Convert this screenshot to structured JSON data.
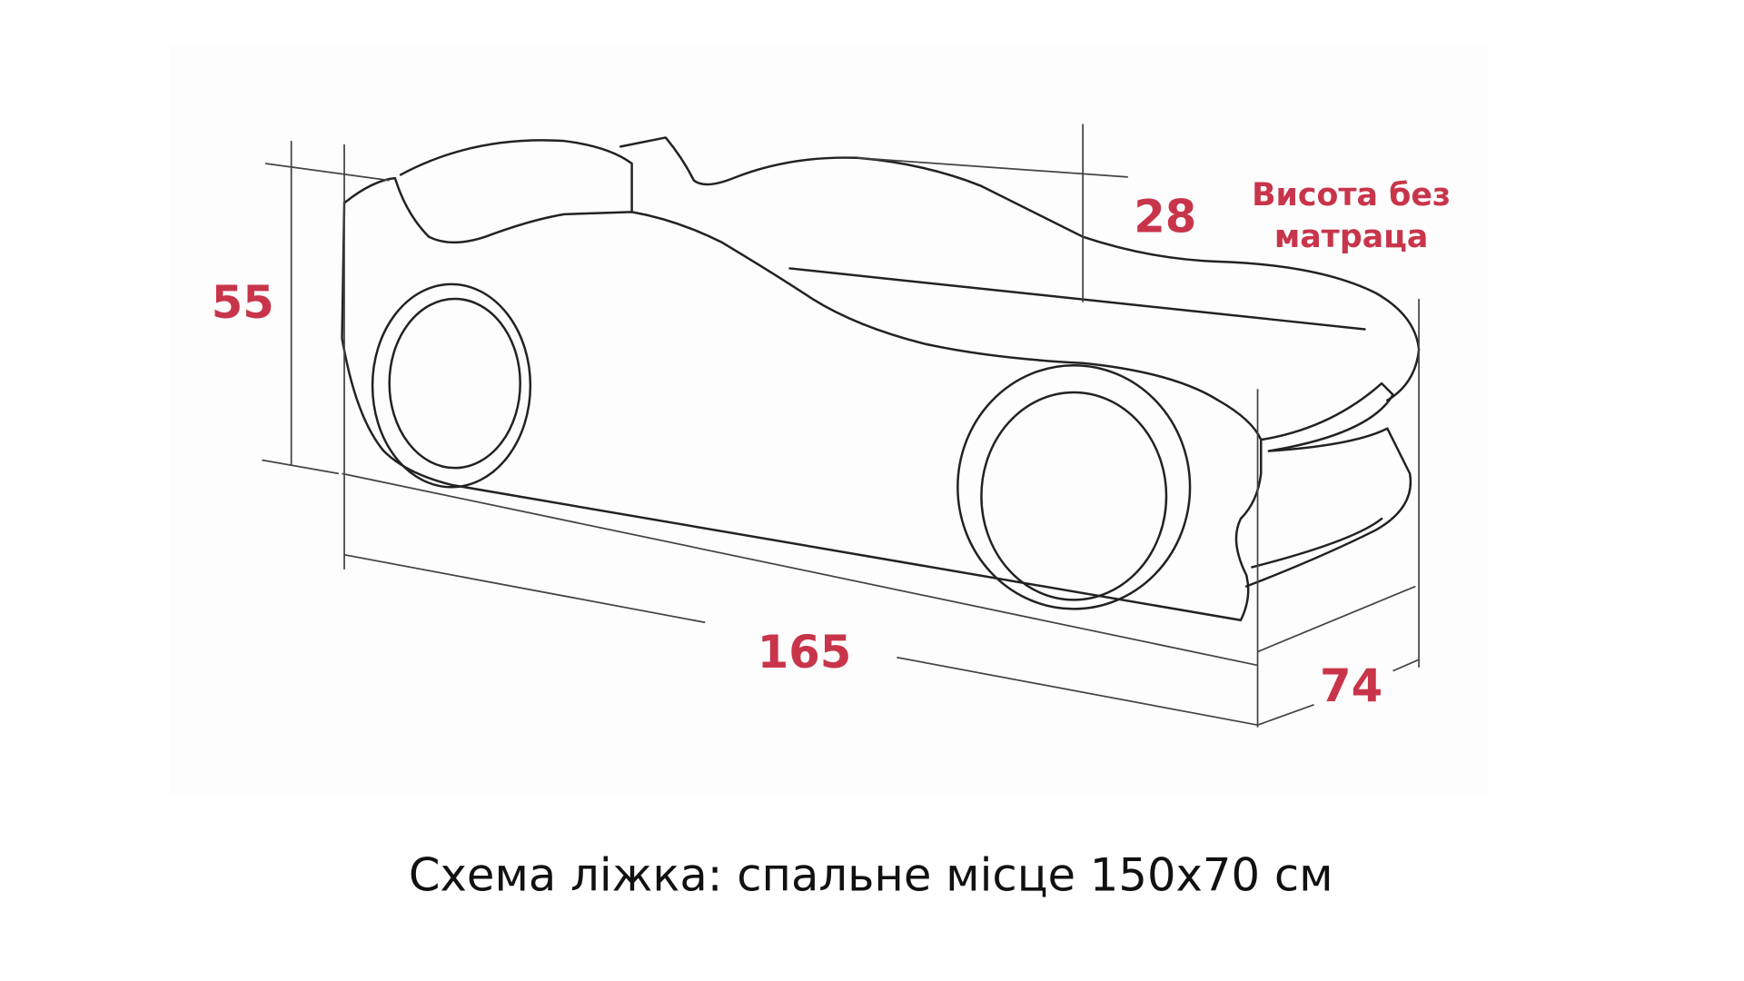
{
  "diagram": {
    "dimensions": {
      "height": "55",
      "height_no_mattress": "28",
      "height_no_mattress_note_line1": "Висота без",
      "height_no_mattress_note_line2": "матраца",
      "length": "165",
      "width": "74"
    },
    "caption": "Схема ліжка: спальне місце 150x70 см",
    "accent_color": "#c8354a"
  }
}
